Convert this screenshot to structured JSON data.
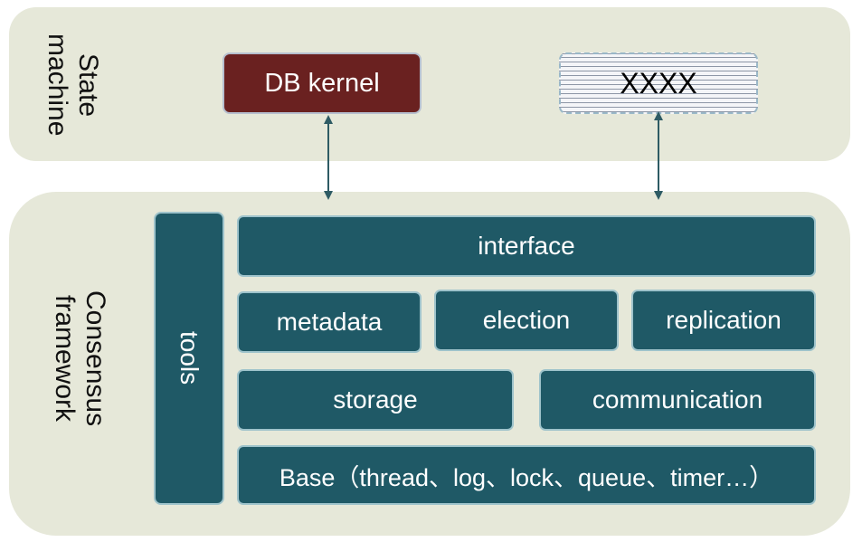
{
  "state_machine": {
    "label": "State\nmachine",
    "db_kernel": "DB kernel",
    "placeholder_box": "XXXX"
  },
  "consensus_framework": {
    "label": "Consensus\nframework",
    "tools": "tools",
    "interface": "interface",
    "metadata": "metadata",
    "election": "election",
    "replication": "replication",
    "storage": "storage",
    "communication": "communication",
    "base": "Base（thread、log、lock、queue、timer…）"
  },
  "colors": {
    "panel_background": "#e6e8d9",
    "module_fill": "#1f5966",
    "db_kernel_fill": "#6a2120",
    "arrow": "#2e5b64"
  }
}
